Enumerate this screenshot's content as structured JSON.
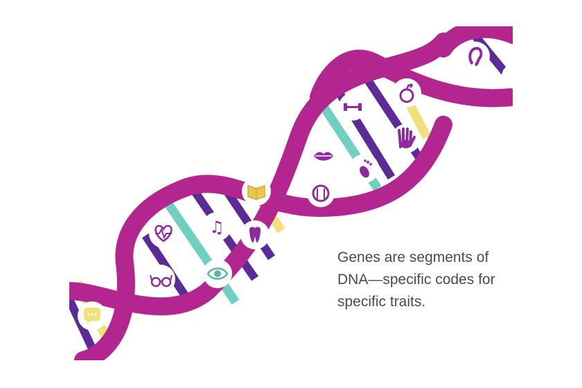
{
  "caption": {
    "line1": "Genes are segments of",
    "line2": "DNA—specific codes for",
    "line3": "specific traits."
  },
  "colors": {
    "background": "#ffffff",
    "strand": "#b3258f",
    "strand_highlight": "#c9479f",
    "rung_purple": "#5b2b98",
    "rung_teal": "#6fd0c0",
    "rung_yellow": "#f2e07a",
    "icon_badge": "#ffffff",
    "icon_color": "#8e2a9c",
    "caption_text": "#4a4a4a"
  },
  "icons": [
    "ear-icon",
    "apple-icon",
    "dumbbell-icon",
    "hand-icon",
    "lips-icon",
    "foot-icon",
    "plate-icon",
    "book-icon",
    "music-note-icon",
    "heartbeat-icon",
    "tooth-icon",
    "eye-icon",
    "glasses-icon",
    "speech-bubble-icon"
  ]
}
